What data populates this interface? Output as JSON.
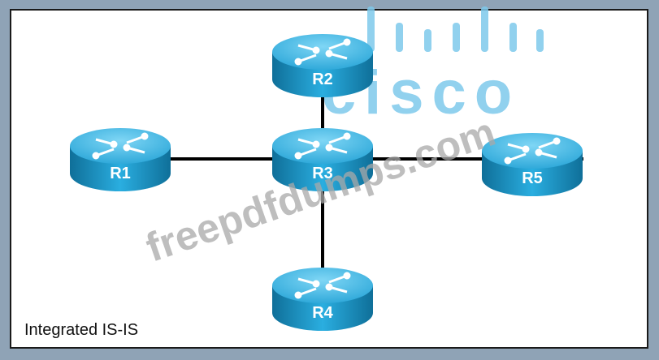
{
  "diagram": {
    "caption": "Integrated IS-IS",
    "routers": [
      {
        "id": "R1",
        "label": "R1"
      },
      {
        "id": "R2",
        "label": "R2"
      },
      {
        "id": "R3",
        "label": "R3"
      },
      {
        "id": "R4",
        "label": "R4"
      },
      {
        "id": "R5",
        "label": "R5"
      }
    ],
    "links": [
      {
        "from": "R1",
        "to": "R3"
      },
      {
        "from": "R3",
        "to": "R5"
      },
      {
        "from": "R2",
        "to": "R3"
      },
      {
        "from": "R3",
        "to": "R4"
      }
    ]
  },
  "watermarks": {
    "logo": "cisco",
    "site": "freepdfdumps.com"
  },
  "colors": {
    "router_body": "#1e9fd0",
    "router_top": "#49c0ea",
    "link": "#000000",
    "frame_bg": "#ffffff",
    "outer_bg": "#8fa3b6",
    "watermark_blue": "#7ec9ec",
    "watermark_gray": "#b3b3b3"
  }
}
